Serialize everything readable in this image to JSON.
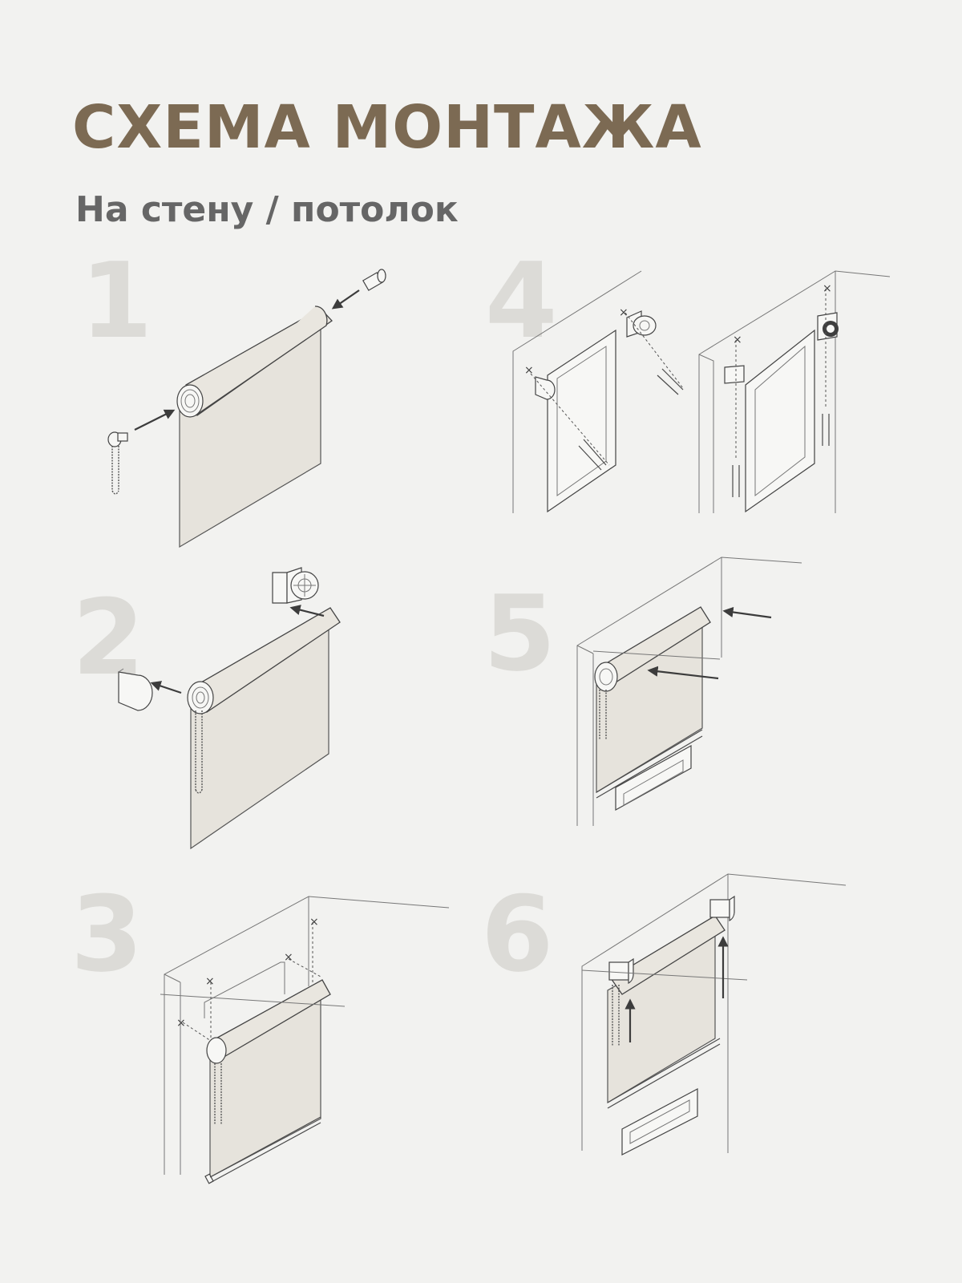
{
  "title": "СХЕМА МОНТАЖА",
  "subtitle": "На стену / потолок",
  "steps": [
    {
      "number": "1"
    },
    {
      "number": "2"
    },
    {
      "number": "3"
    },
    {
      "number": "4"
    },
    {
      "number": "5"
    },
    {
      "number": "6"
    }
  ],
  "colors": {
    "title": "#7c6a53",
    "subtitle": "#666666",
    "step_number": "#dcdbd7",
    "background": "#f2f2f0",
    "fabric": "#e6e3dc"
  }
}
